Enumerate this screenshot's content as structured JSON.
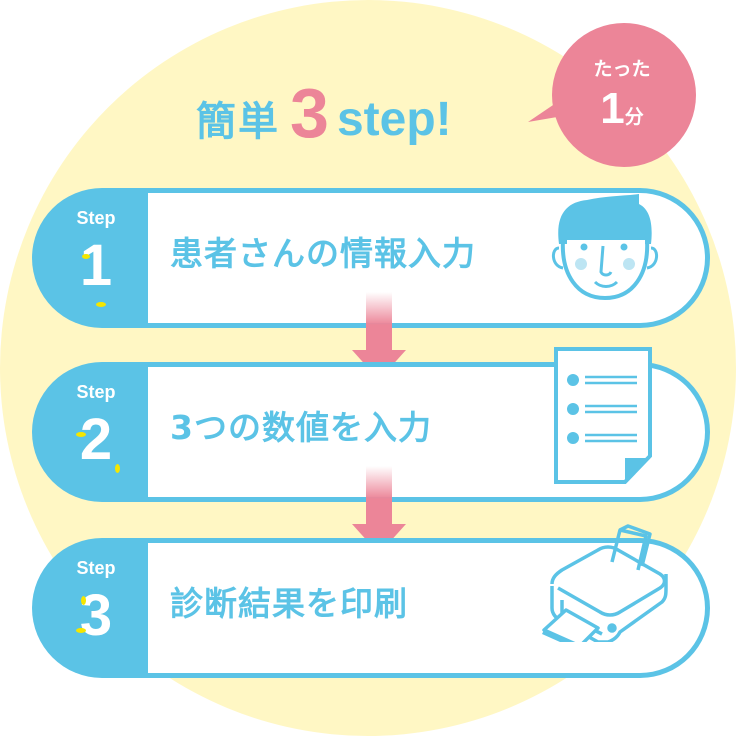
{
  "header": {
    "title_kanji": "簡単",
    "title_number": "3",
    "title_step": "step!",
    "bubble": {
      "top_text": "たった",
      "number": "1",
      "unit": "分"
    }
  },
  "steps": [
    {
      "label": "Step",
      "number": "1",
      "text": "患者さんの情報入力",
      "icon": "patient-face-icon"
    },
    {
      "label": "Step",
      "number": "2",
      "text": "3つの数値を入力",
      "icon": "document-list-icon"
    },
    {
      "label": "Step",
      "number": "3",
      "text": "診断結果を印刷",
      "icon": "printer-icon"
    }
  ],
  "colors": {
    "primary_blue": "#5BC3E6",
    "accent_pink": "#EC8598",
    "background_yellow": "#FFF7C4",
    "dot_yellow": "#F5E600"
  }
}
